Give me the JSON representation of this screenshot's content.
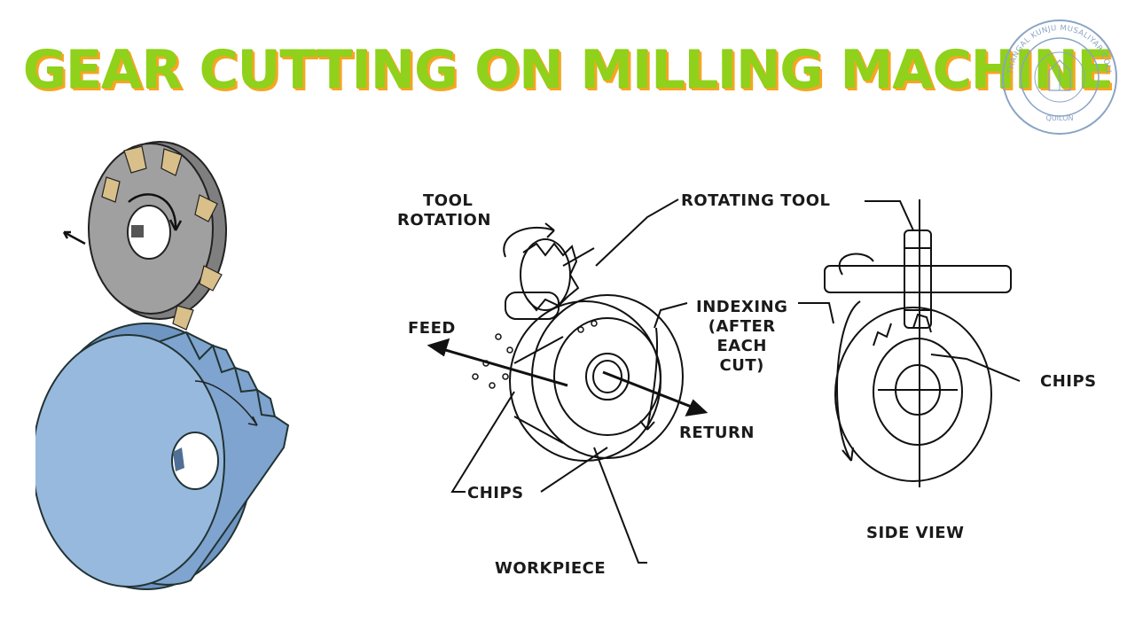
{
  "title": "GEAR CUTTING ON MILLING MACHINE",
  "seal": {
    "ring_text": "THANGAL KUNJU MUSALIYAR COLLEGE OF ENGINEERING",
    "bottom_text": "QUILON"
  },
  "labels": {
    "tool_rotation_1": "TOOL",
    "tool_rotation_2": "ROTATION",
    "rotating_tool": "ROTATING TOOL",
    "feed": "FEED",
    "indexing_1": "INDEXING",
    "indexing_2": "(AFTER",
    "indexing_3": "EACH",
    "indexing_4": "CUT)",
    "return": "RETURN",
    "chips_left": "CHIPS",
    "chips_right": "CHIPS",
    "workpiece": "WORKPIECE",
    "side_view": "SIDE VIEW"
  },
  "colors": {
    "title_fill": "#8fd11b",
    "title_shadow": "#f5a623",
    "gear_blue": "#8fb3d9",
    "cutter_grey": "#8a8a8a",
    "insert_gold": "#d9c08a"
  }
}
